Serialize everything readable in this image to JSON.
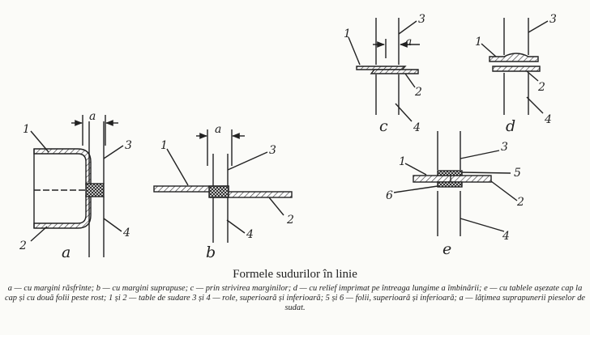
{
  "figure": {
    "panels": {
      "a": {
        "letter": "a",
        "dim": "a",
        "n1": "1",
        "n2": "2",
        "n3": "3",
        "n4": "4"
      },
      "b": {
        "letter": "b",
        "dim": "a",
        "n1": "1",
        "n2": "2",
        "n3": "3",
        "n4": "4"
      },
      "c": {
        "letter": "c",
        "dim": "a",
        "n1": "1",
        "n2": "2",
        "n3": "3",
        "n4": "4"
      },
      "d": {
        "letter": "d",
        "n1": "1",
        "n2": "2",
        "n3": "3",
        "n4": "4"
      },
      "e": {
        "letter": "e",
        "n1": "1",
        "n2": "2",
        "n3": "3",
        "n4": "4",
        "n5": "5",
        "n6": "6"
      }
    }
  },
  "caption": {
    "title": "Formele sudurilor în linie",
    "text": "a — cu margini răsfrînte; b — cu margini suprapuse; c — prin strivirea marginilor; d — cu relief imprimat pe întreaga lungime a îmbinării; e — cu tablele așezate cap la cap și cu două folii peste rost; 1 și 2 — table de sudare 3 și 4 — role, superioară și inferioară; 5 și 6 — folii, superioară și inferioară; a — lățimea suprapunerii pieselor de sudat."
  }
}
